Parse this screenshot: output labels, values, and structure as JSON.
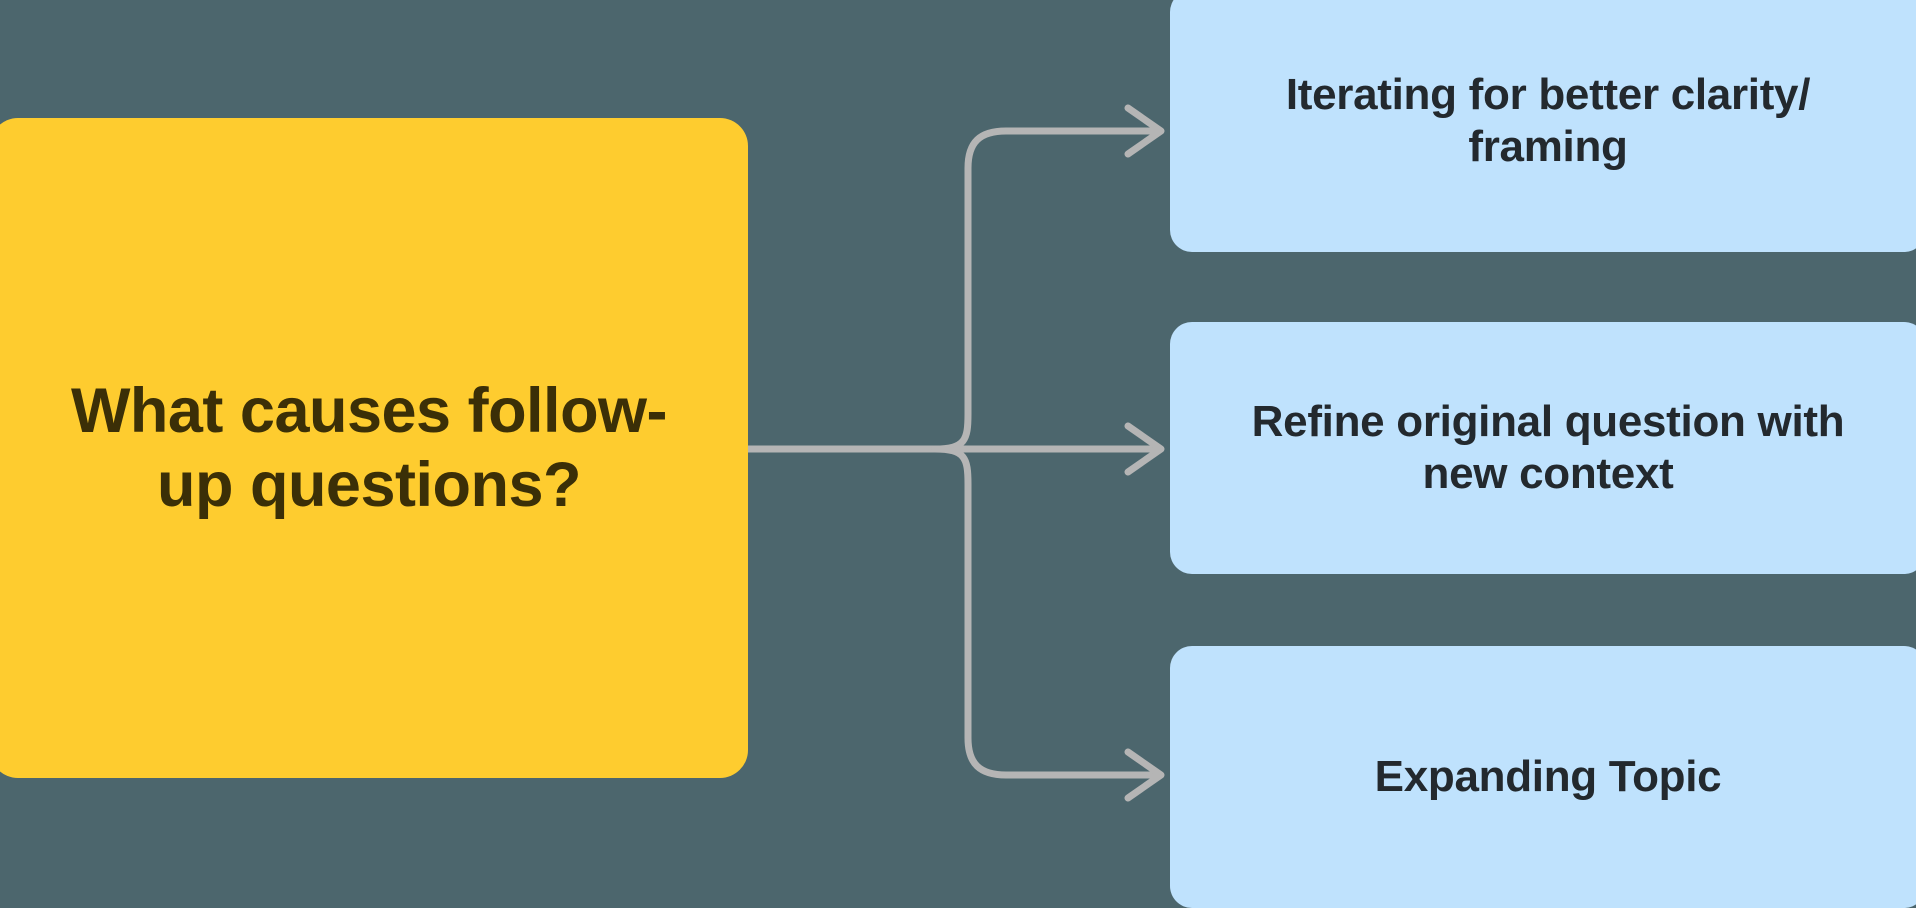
{
  "diagram": {
    "type": "mind-map",
    "background_color": "#4c666d",
    "root": {
      "label": "What causes follow-up questions?",
      "fill_color": "#fecc2f",
      "text_color": "#3b2f07"
    },
    "connector": {
      "color": "#b5b5b5",
      "style": "elbow-with-arrowhead",
      "arrow_count": 3
    },
    "branches": [
      {
        "label": "Iterating for better clarity/ framing",
        "fill_color": "#bfe2fd",
        "text_color": "#23292e"
      },
      {
        "label": "Refine original question with new context",
        "fill_color": "#bfe2fd",
        "text_color": "#23292e"
      },
      {
        "label": "Expanding Topic",
        "fill_color": "#bfe2fd",
        "text_color": "#23292e"
      }
    ]
  }
}
